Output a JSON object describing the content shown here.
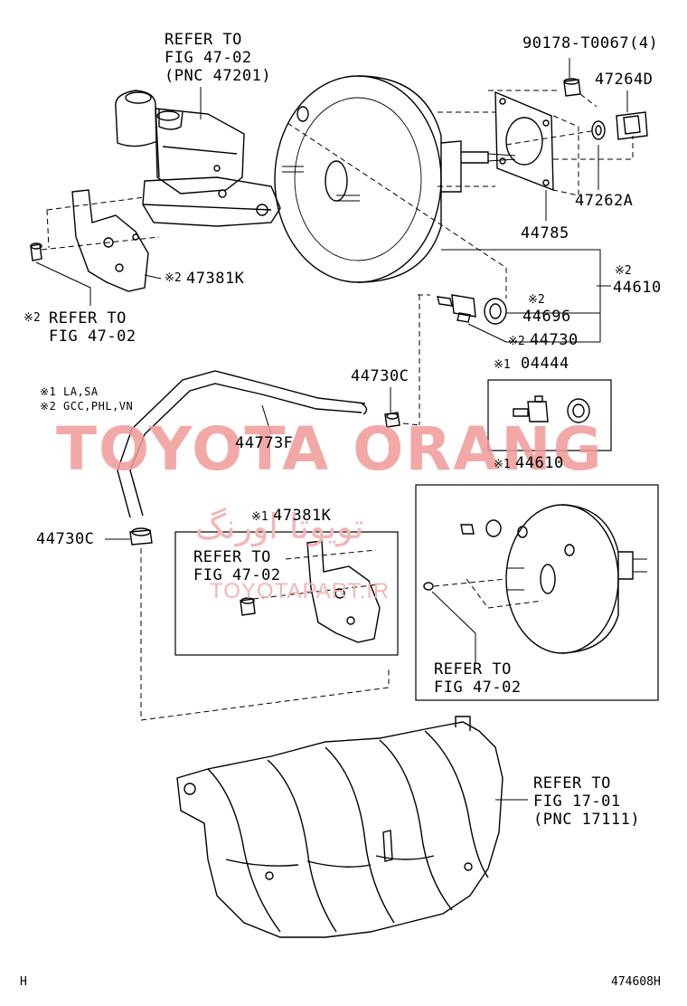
{
  "labels": {
    "refer_47201": "REFER TO\nFIG 47-02\n(PNC 47201)",
    "part_90178": "90178-T0067(4)",
    "part_47264d": "47264D",
    "part_47262a": "47262A",
    "part_44785": "44785",
    "part_47381k_top": "47381K",
    "mark2_47381k": "※2",
    "refer_47_02_left_mark": "※2",
    "refer_47_02_left": "REFER TO\nFIG 47-02",
    "mark2_44610": "※2",
    "part_44610_top": "44610",
    "mark2_44696": "※2",
    "part_44696": "44696",
    "mark2_44730": "※2",
    "part_44730": "44730",
    "mark1_04444": "※1",
    "part_04444": "04444",
    "legend_1": "※1 LA,SA",
    "legend_2": "※2 GCC,PHL,VN",
    "part_44730c_top": "44730C",
    "part_44773f": "44773F",
    "mark1_44610": "※1",
    "part_44610_bottom": "44610",
    "mark1_47381k": "※1",
    "part_47381k_bottom": "47381K",
    "part_44730c_left": "44730C",
    "refer_47_02_box": "REFER TO\nFIG 47-02",
    "refer_47_02_booster": "REFER TO\nFIG 47-02",
    "refer_17111": "REFER TO\nFIG 17-01\n(PNC 17111)",
    "corner_h": "H",
    "figure_code": "474608H"
  },
  "watermark": {
    "main": "TOYOTA ORANG",
    "persian": "تویوتا اورنگ",
    "url": "TOYOTAPART.IR",
    "color": "#f29a9a"
  }
}
